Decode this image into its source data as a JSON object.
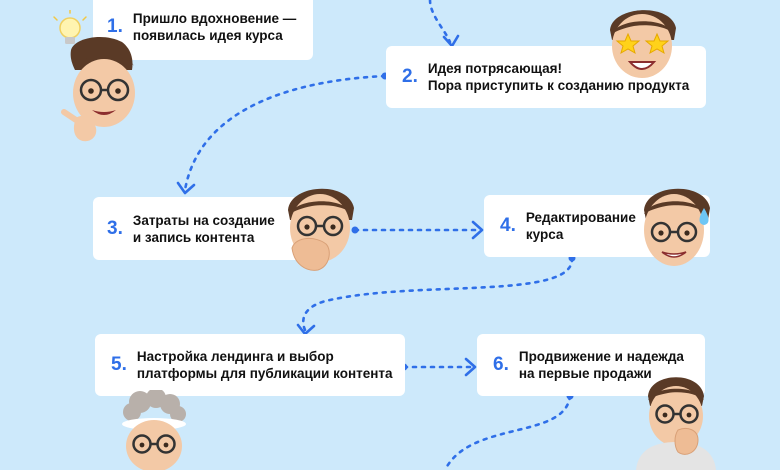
{
  "steps": [
    {
      "num": "1.",
      "text": "Пришло вдохновение —\nпоявилась идея курса"
    },
    {
      "num": "2.",
      "text": "Идея потрясающая!\nПора приступить к созданию продукта"
    },
    {
      "num": "3.",
      "text": "Затраты на создание\nи запись контента"
    },
    {
      "num": "4.",
      "text": "Редактирование\nкурса"
    },
    {
      "num": "5.",
      "text": "Настройка лендинга и выбор\nплатформы для публикации контента"
    },
    {
      "num": "6.",
      "text": "Продвижение и надежда\nна первые продажи"
    }
  ],
  "colors": {
    "background": "#cde9fb",
    "accent": "#2f6fe8",
    "card": "#ffffff"
  },
  "avatars": [
    "lightbulb-idea-avatar",
    "star-eyes-avatar",
    "hand-on-mouth-avatar",
    "sweating-avatar",
    "exploding-head-avatar",
    "nail-biting-avatar"
  ]
}
